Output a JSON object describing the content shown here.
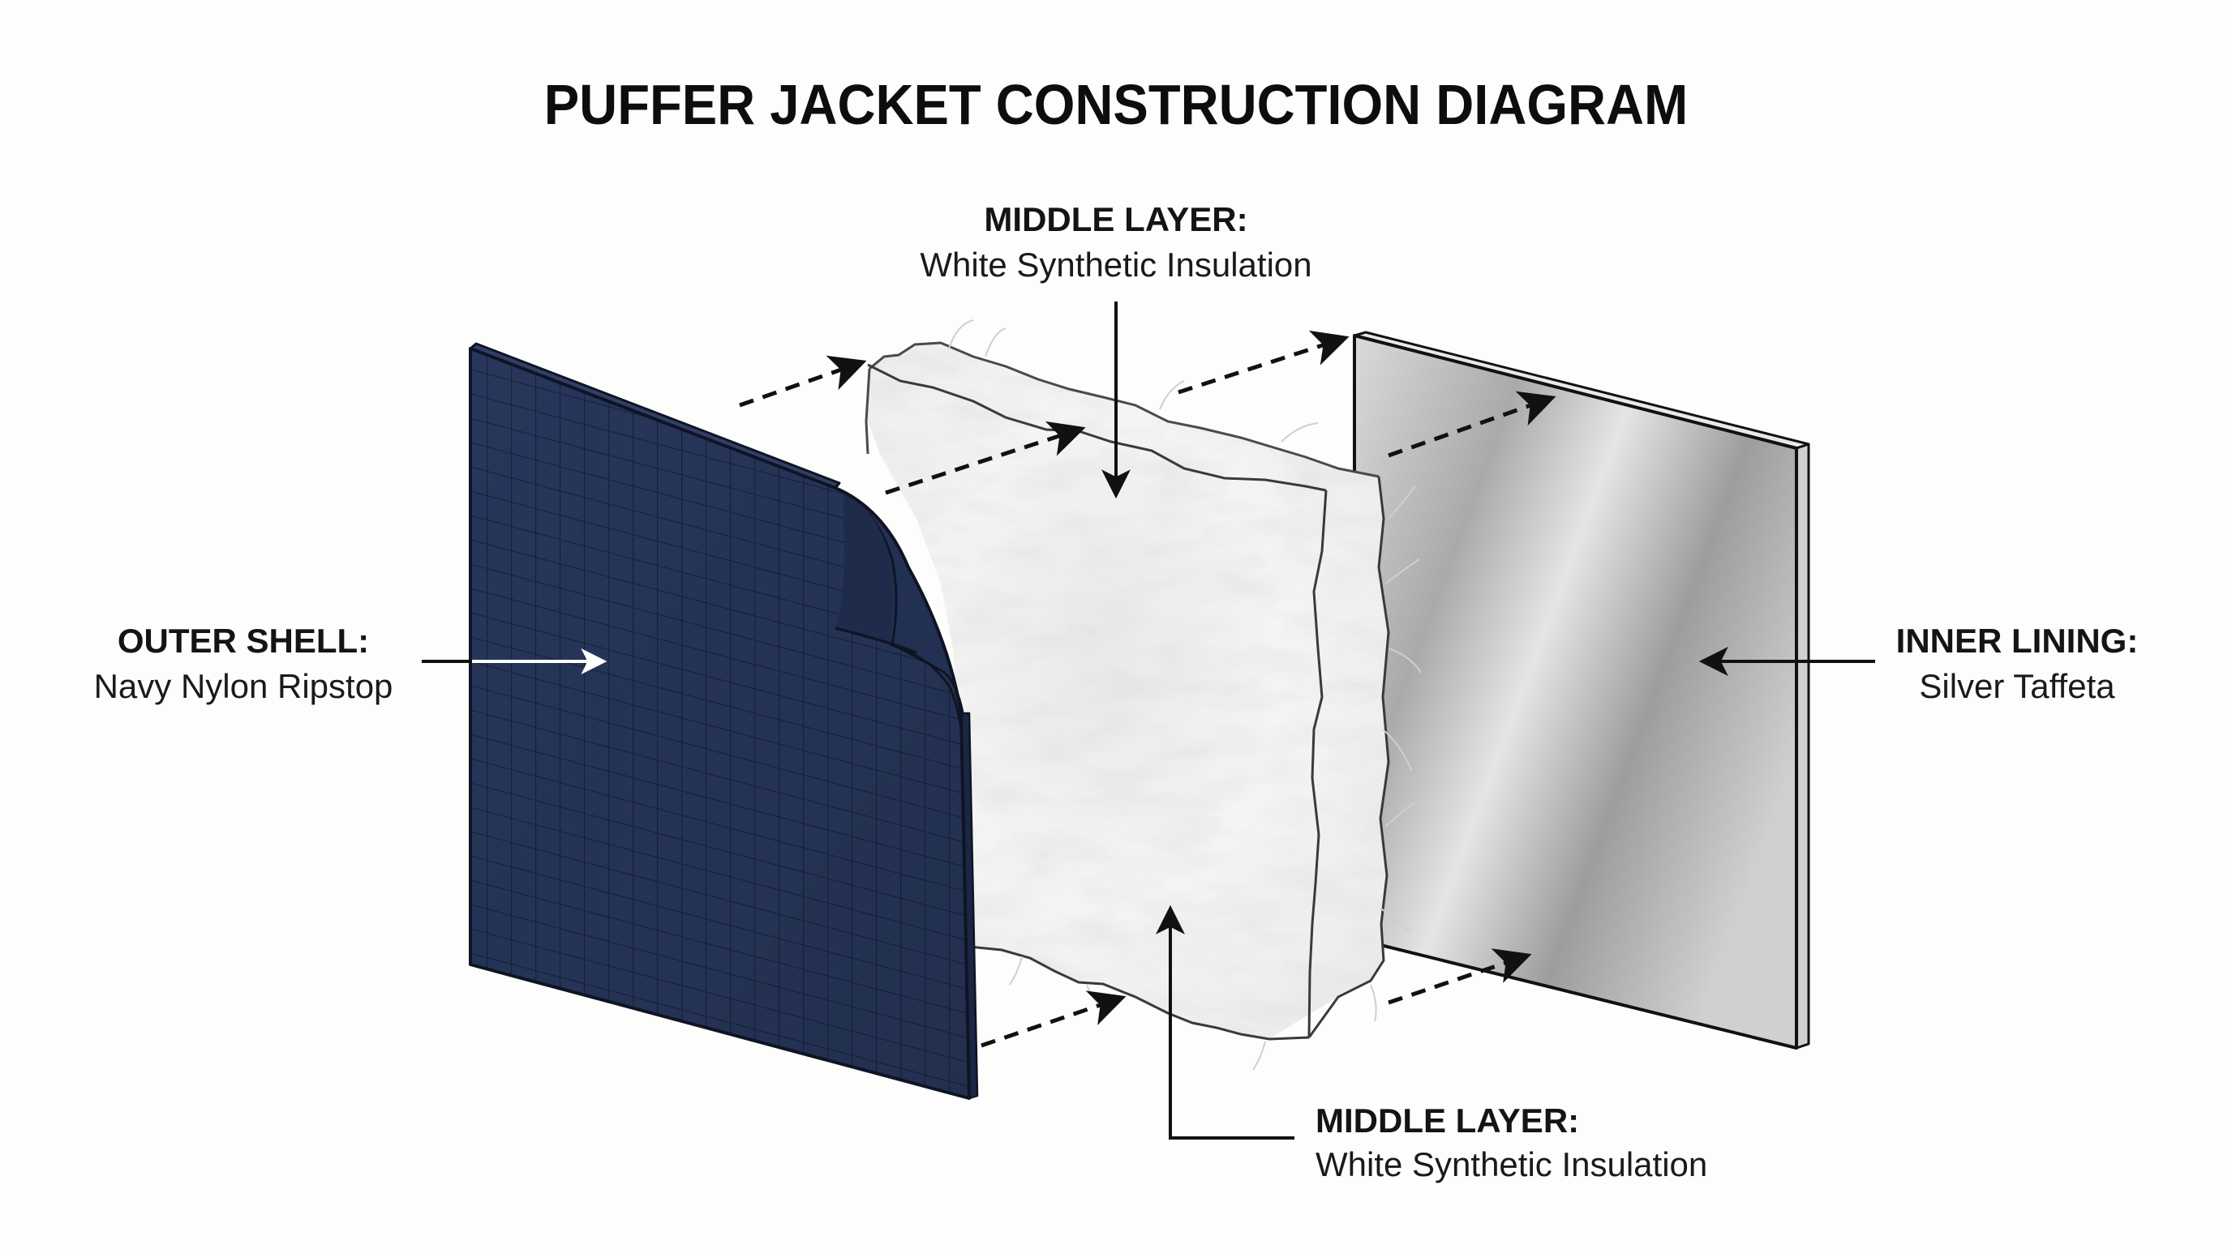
{
  "title": "PUFFER JACKET CONSTRUCTION DIAGRAM",
  "labels": {
    "middle_top": {
      "heading": "MIDDLE LAYER:",
      "description": "White Synthetic Insulation"
    },
    "outer_shell": {
      "heading": "OUTER SHELL:",
      "description": "Navy Nylon Ripstop"
    },
    "inner_lining": {
      "heading": "INNER LINING:",
      "description": "Silver Taffeta"
    },
    "middle_bottom": {
      "heading": "MIDDLE LAYER:",
      "description": "White Synthetic Insulation"
    }
  },
  "layers": [
    {
      "name": "Outer Shell",
      "material": "Navy Nylon Ripstop",
      "color": "#27365a",
      "grid_color": "#18223d"
    },
    {
      "name": "Middle Layer",
      "material": "White Synthetic Insulation",
      "color": "#f2f2f2"
    },
    {
      "name": "Inner Lining",
      "material": "Silver Taffeta",
      "color": "#b8b9bb"
    }
  ],
  "colors": {
    "background": "#fdfdfc",
    "text": "#111111",
    "outline": "#111111"
  }
}
